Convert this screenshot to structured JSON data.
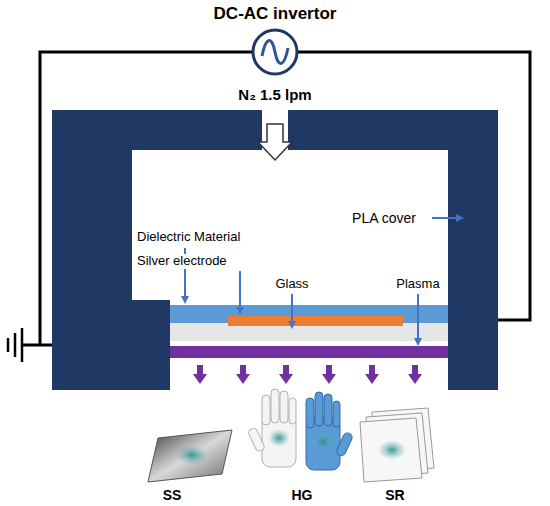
{
  "diagram": {
    "labels": [
      "DC-AC invertor",
      "N₂ 1.5 lpm",
      "PLA cover",
      "Dielectric Material",
      "Silver electrode",
      "Glass",
      "Plasma",
      "SS",
      "HG",
      "SR"
    ]
  }
}
